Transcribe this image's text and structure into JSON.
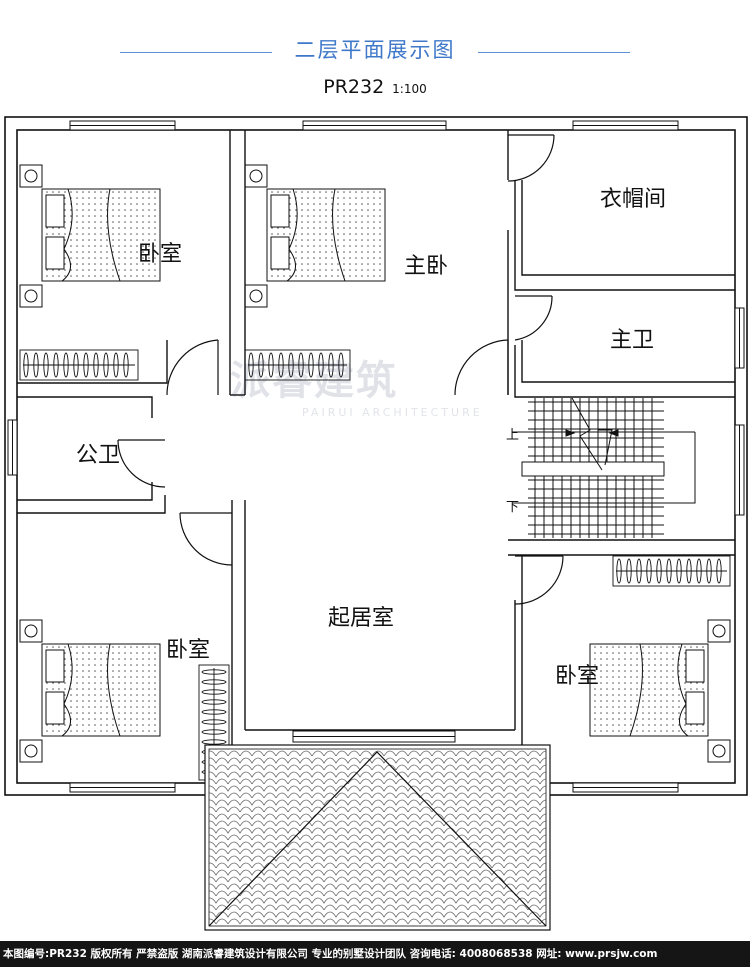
{
  "header": {
    "title": "二层平面展示图",
    "code": "PR232",
    "scale": "1:100",
    "accent_color": "#3f78c9"
  },
  "rooms": {
    "bedroom_nw": "卧室",
    "master_bedroom": "主卧",
    "cloakroom": "衣帽间",
    "master_bath": "主卫",
    "public_bath": "公卫",
    "bedroom_sw": "卧室",
    "living_room": "起居室",
    "bedroom_se": "卧室"
  },
  "stairs": {
    "up": "上",
    "down": "下"
  },
  "watermark": {
    "main": "派睿建筑",
    "sub": "PAIRUI ARCHITECTURE"
  },
  "footer": {
    "text": "本图编号:PR232 版权所有 严禁盗版 湖南派睿建筑设计有限公司 专业的别墅设计团队 咨询电话: 4008068538 网址: www.prsjw.com"
  }
}
